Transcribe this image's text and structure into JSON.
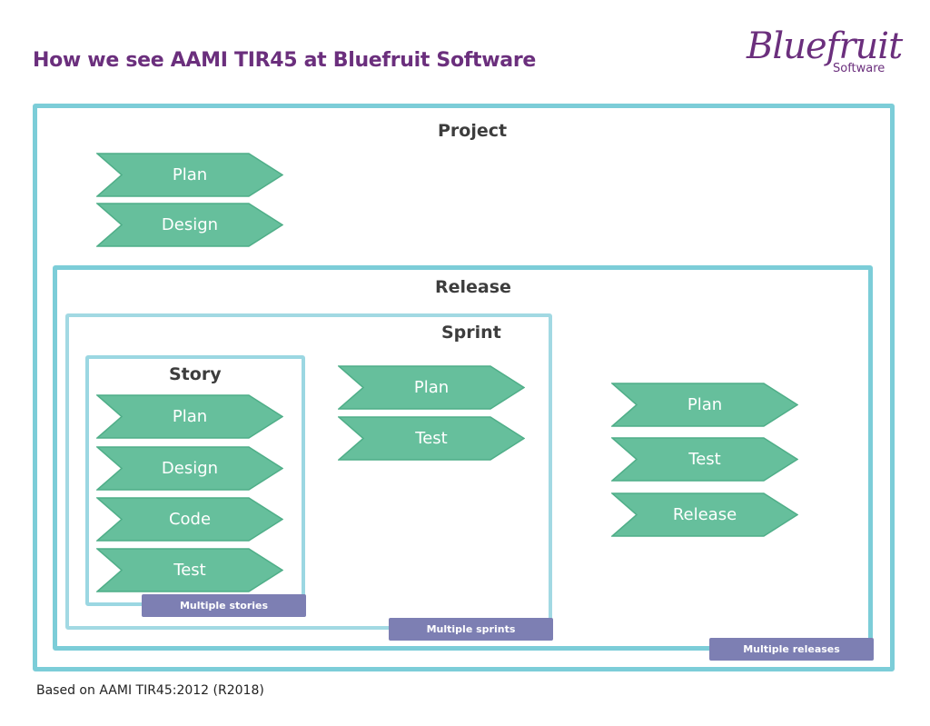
{
  "title": "How we see AAMI TIR45 at Bluefruit Software",
  "logo": {
    "script": "Bluefruit",
    "sub": "Software"
  },
  "colors": {
    "chevron_fill": "#66bf9c",
    "chevron_stroke": "#4fae88",
    "frame": "#7ccdd8",
    "tag": "#7d7fb3",
    "title": "#6b2f7d"
  },
  "project": {
    "label": "Project",
    "steps": [
      "Plan",
      "Design"
    ]
  },
  "release": {
    "label": "Release",
    "steps": [
      "Plan",
      "Test",
      "Release"
    ],
    "tag": "Multiple releases"
  },
  "sprint": {
    "label": "Sprint",
    "steps": [
      "Plan",
      "Test"
    ],
    "tag": "Multiple sprints"
  },
  "story": {
    "label": "Story",
    "steps": [
      "Plan",
      "Design",
      "Code",
      "Test"
    ],
    "tag": "Multiple stories"
  },
  "footnote": "Based on AAMI TIR45:2012 (R2018)"
}
